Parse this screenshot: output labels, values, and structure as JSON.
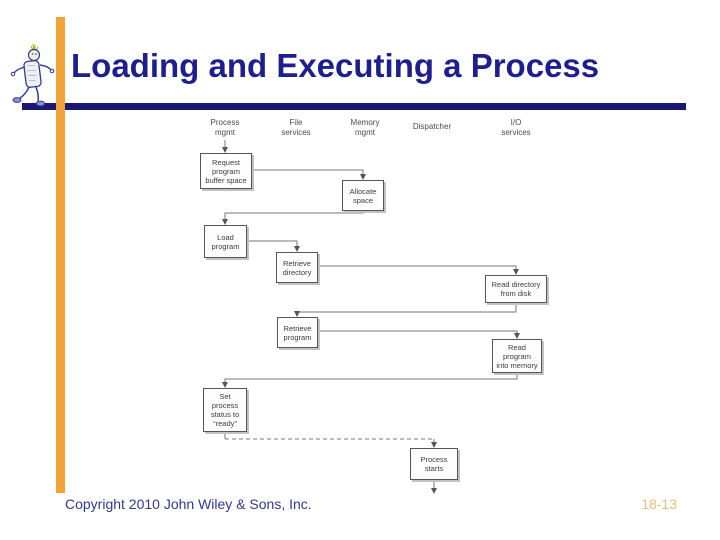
{
  "slide": {
    "title": "Loading and Executing a Process",
    "footer": {
      "copyright": "Copyright 2010 John Wiley & Sons, Inc.",
      "page_number": "18-13"
    },
    "colors": {
      "title_navy": "#1e1e8c",
      "rule_navy": "#191975",
      "accent_orange": "#f2a338",
      "page_number_gold": "#e2c083",
      "diagram_line_gray": "#777777"
    },
    "icons": {
      "robot": "walking-robot-icon"
    }
  },
  "diagram": {
    "columns": [
      {
        "label": "Process\nmgmt"
      },
      {
        "label": "File\nservices"
      },
      {
        "label": "Memory\nmgmt"
      },
      {
        "label": "Dispatcher"
      },
      {
        "label": "I/O\nservices"
      }
    ],
    "boxes": [
      {
        "label": "Request\nprogram\nbuffer space"
      },
      {
        "label": "Allocate\nspace"
      },
      {
        "label": "Load\nprogram"
      },
      {
        "label": "Retrieve\ndirectory"
      },
      {
        "label": "Read directory\nfrom disk"
      },
      {
        "label": "Retrieve\nprogram"
      },
      {
        "label": "Read\nprogram\ninto memory"
      },
      {
        "label": "Set\nprocess\nstatus to\n“ready”"
      },
      {
        "label": "Process\nstarts"
      }
    ]
  }
}
